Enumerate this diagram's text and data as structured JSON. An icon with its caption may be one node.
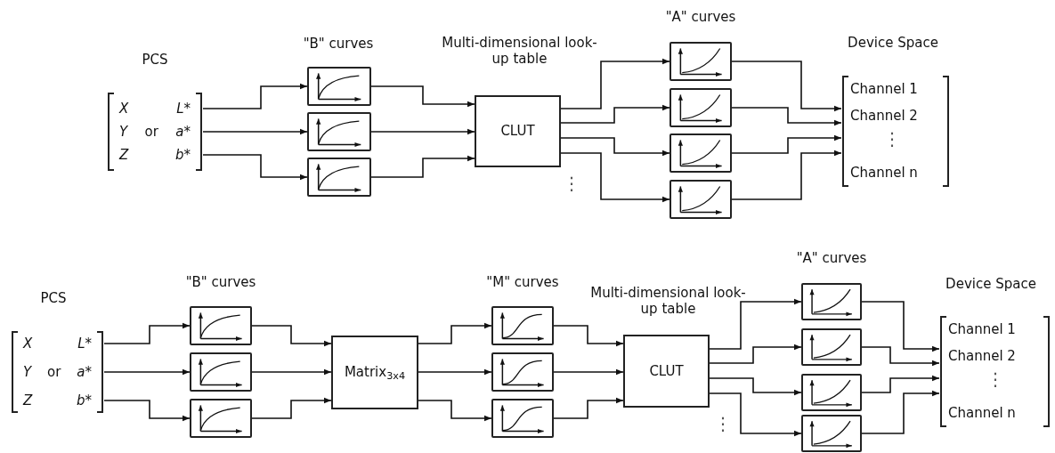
{
  "diagram": {
    "nodes": [
      {
        "text": [
          "PCS"
        ]
      },
      {
        "text": [
          "X",
          "L*"
        ],
        "in": 0
      },
      {
        "text": [
          "Y",
          "or",
          "a*"
        ],
        "in": 0
      },
      {
        "text": [
          "Z",
          "b*"
        ],
        "in": 0
      },
      {
        "text": [],
        "shape": "picture"
      },
      {
        "text": [],
        "shape": "picture"
      },
      {
        "text": [],
        "shape": "picture"
      },
      {
        "text": [
          "Multi-dimensional look-up table",
          "CLUT"
        ]
      },
      {
        "text": [],
        "shape": "picture"
      },
      {
        "text": [],
        "shape": "picture"
      },
      {
        "text": [],
        "shape": "picture"
      },
      {
        "text": [],
        "shape": "picture"
      },
      {
        "text": [
          "Device Space"
        ]
      },
      {
        "text": [
          "Channel 1"
        ],
        "in": 12
      },
      {
        "text": [
          "Channel 2"
        ],
        "in": 12
      },
      {
        "text": [
          "Channel n"
        ],
        "in": 12
      },
      {
        "text": [
          "PCS"
        ]
      },
      {
        "text": [
          "X",
          "L*"
        ],
        "in": 16
      },
      {
        "text": [
          "Y",
          "or",
          "a*"
        ],
        "in": 16
      },
      {
        "text": [
          "Z",
          "b*"
        ],
        "in": 16
      },
      {
        "text": [],
        "shape": "picture"
      },
      {
        "text": [],
        "shape": "picture"
      },
      {
        "text": [],
        "shape": "picture"
      },
      {
        "text": [
          "Matrix$_{3x4}$"
        ]
      },
      {
        "text": [],
        "shape": "picture"
      },
      {
        "text": [],
        "shape": "picture"
      },
      {
        "text": [],
        "shape": "picture"
      },
      {
        "text": [
          "Multi-dimensional look-up table",
          "CLUT"
        ]
      },
      {
        "text": [],
        "shape": "picture"
      },
      {
        "text": [],
        "shape": "picture"
      },
      {
        "text": [],
        "shape": "picture"
      },
      {
        "text": [],
        "shape": "picture"
      },
      {
        "text": [
          "Device Space"
        ]
      },
      {
        "text": [
          "Channel 1"
        ],
        "in": 32
      },
      {
        "text": [
          "Channel 2"
        ],
        "in": 32
      },
      {
        "text": [
          "Channel n"
        ],
        "in": 32
      }
    ],
    "edges": [
      {
        "from": 1,
        "to": 4,
        "arrow": "to"
      },
      {
        "from": 2,
        "to": 5,
        "arrow": "to"
      },
      {
        "from": 3,
        "to": 6,
        "arrow": "to"
      },
      {
        "from": 4,
        "to": 7,
        "arrow": "to"
      },
      {
        "from": 5,
        "to": 7,
        "arrow": "to"
      },
      {
        "from": 6,
        "to": 7,
        "arrow": "to"
      },
      {
        "from": 7,
        "to": 8,
        "arrow": "to"
      },
      {
        "from": 7,
        "to": 9,
        "arrow": "to"
      },
      {
        "from": 7,
        "to": 10,
        "arrow": "to"
      },
      {
        "from": 7,
        "to": 11,
        "arrow": "to"
      },
      {
        "from": 8,
        "to": 12,
        "arrow": "to"
      },
      {
        "from": 9,
        "to": 12,
        "arrow": "to"
      },
      {
        "from": 10,
        "to": 12,
        "arrow": "to"
      },
      {
        "from": 11,
        "to": 12,
        "arrow": "to"
      },
      {
        "from": 17,
        "to": 20,
        "arrow": "to"
      },
      {
        "from": 18,
        "to": 21,
        "arrow": "to"
      },
      {
        "from": 19,
        "to": 22,
        "arrow": "to"
      },
      {
        "from": 20,
        "to": 23,
        "arrow": "to"
      },
      {
        "from": 21,
        "to": 23,
        "arrow": "to"
      },
      {
        "from": 22,
        "to": 23,
        "arrow": "to"
      },
      {
        "from": 23,
        "to": 24,
        "arrow": "to"
      },
      {
        "from": 23,
        "to": 25,
        "arrow": "to"
      },
      {
        "from": 23,
        "to": 26,
        "arrow": "to"
      },
      {
        "from": 24,
        "to": 27,
        "arrow": "to"
      },
      {
        "from": 25,
        "to": 27,
        "arrow": "to"
      },
      {
        "from": 26,
        "to": 27,
        "arrow": "to"
      },
      {
        "from": 27,
        "to": 28,
        "arrow": "to"
      },
      {
        "from": 27,
        "to": 29,
        "arrow": "to"
      },
      {
        "from": 27,
        "to": 30,
        "arrow": "to"
      },
      {
        "from": 27,
        "to": 31,
        "arrow": "to"
      },
      {
        "from": 28,
        "to": 32,
        "arrow": "to"
      },
      {
        "from": 29,
        "to": 32,
        "arrow": "to"
      },
      {
        "from": 30,
        "to": 32,
        "arrow": "to"
      },
      {
        "from": 31,
        "to": 32,
        "arrow": "to"
      }
    ],
    "labels": [
      "\"B\" curves",
      "\"A\" curves",
      "⋮",
      "⋮",
      "\"B\" curves",
      "\"M\" curves",
      "\"A\" curves",
      "⋮",
      "⋮"
    ]
  }
}
